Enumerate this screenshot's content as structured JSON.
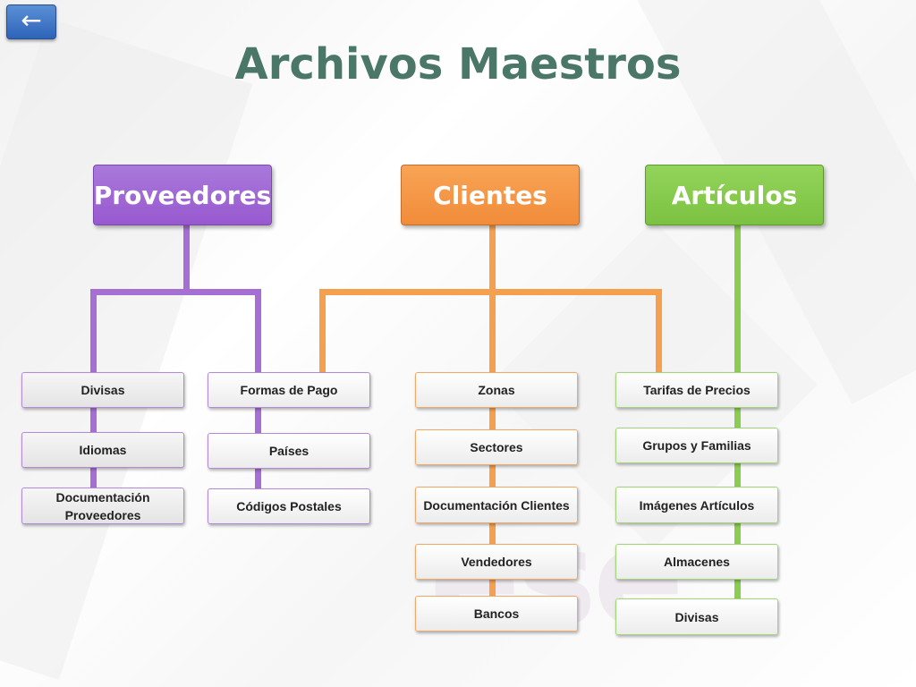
{
  "title": "Archivos Maestros",
  "back_button": {
    "glyph": "←",
    "icon": "back-arrow-icon"
  },
  "colors": {
    "proveedores": "#a66fd4",
    "clientes": "#f5a04e",
    "articulos": "#8acd50",
    "title": "#4a7767"
  },
  "categories": {
    "proveedores": {
      "label": "Proveedores",
      "left_column": [
        "Divisas",
        "Idiomas",
        "Documentación Proveedores"
      ],
      "right_column": [
        "Formas de Pago",
        "Países",
        "Códigos Postales"
      ]
    },
    "clientes": {
      "label": "Clientes",
      "items": [
        "Zonas",
        "Sectores",
        "Documentación Clientes",
        "Vendedores",
        "Bancos"
      ]
    },
    "articulos": {
      "label": "Artículos",
      "items": [
        "Tarifas de Precios",
        "Grupos y Familias",
        "Imágenes Artículos",
        "Almacenes",
        "Divisas"
      ]
    }
  }
}
